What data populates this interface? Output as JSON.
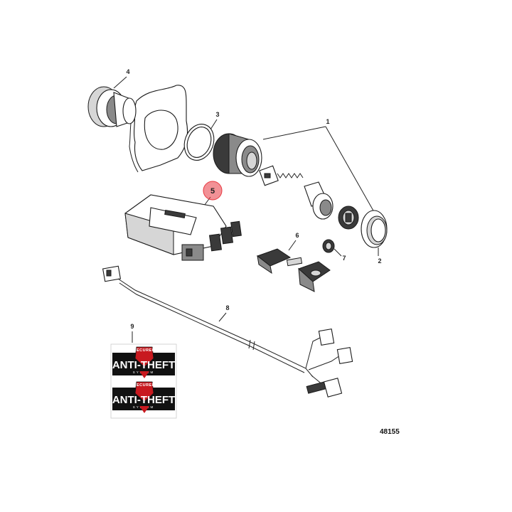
{
  "figure_number": "48155",
  "callouts": [
    "1",
    "2",
    "3",
    "4",
    "5",
    "6",
    "7",
    "8",
    "9"
  ],
  "highlighted_callout": "5",
  "decal": {
    "arc_text": "SECURED",
    "title": "ANTI-THEFT",
    "subtitle": "SYSTEM"
  },
  "colors": {
    "highlight": "#e8373f",
    "decal_red": "#c8191f",
    "decal_black": "#111111"
  }
}
